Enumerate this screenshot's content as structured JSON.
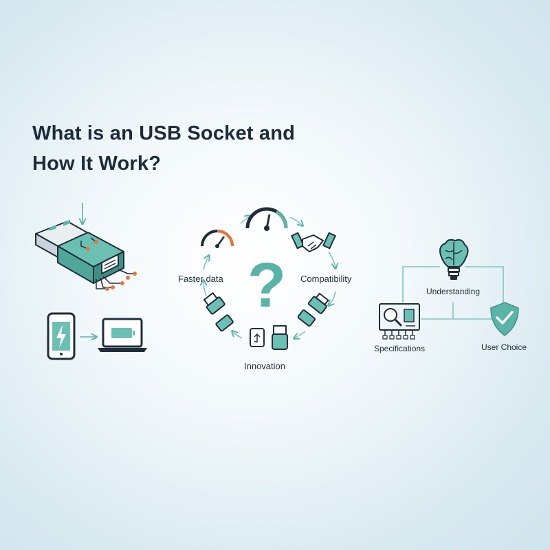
{
  "title": {
    "line1": "What is an USB Socket and",
    "line2": "How It Work?"
  },
  "cycle": {
    "labels": {
      "left": "Faster data",
      "right": "Compatibility",
      "bottom": "Innovation"
    },
    "center_symbol": "?"
  },
  "tree": {
    "top": "Understanding",
    "left": "Specifications",
    "right": "User Choice"
  },
  "colors": {
    "teal": "#5bb3a8",
    "teal_dark": "#3f8f86",
    "navy": "#1f2d3b",
    "orange": "#e8763a",
    "line": "#7fc7be"
  },
  "icons": [
    "usb-plug-icon",
    "smartphone-charging-icon",
    "laptop-battery-icon",
    "speedometer-icon",
    "handshake-icon",
    "usb-connector-icon",
    "brain-lightbulb-icon",
    "blueprint-magnifier-icon",
    "shield-check-icon"
  ]
}
